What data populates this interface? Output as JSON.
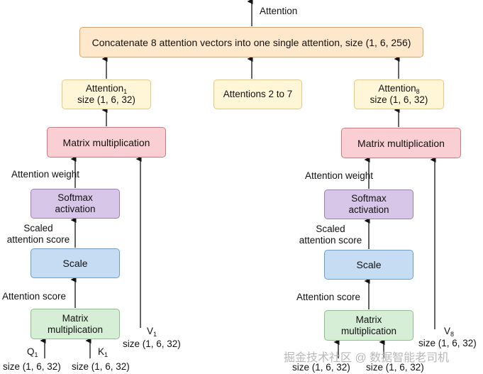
{
  "top_label": "Attention",
  "concat_box": "Concatenate 8 attention vectors into one single attention, size (1, 6, 256)",
  "middle_box": "Attentions 2 to 7",
  "left": {
    "attention_box": {
      "name": "Attention",
      "sub": "1",
      "size": "size (1, 6, 32)"
    },
    "matmul_top": "Matrix multiplication",
    "attention_weight": "Attention weight",
    "softmax": [
      "Softmax",
      "activation"
    ],
    "scaled_score": [
      "Scaled",
      "attention score"
    ],
    "scale": "Scale",
    "attention_score": "Attention score",
    "matmul_bottom": [
      "Matrix",
      "multiplication"
    ],
    "q": {
      "name": "Q",
      "sub": "1",
      "size": "size (1, 6, 32)"
    },
    "k": {
      "name": "K",
      "sub": "1",
      "size": "size (1, 6, 32)"
    },
    "v": {
      "name": "V",
      "sub": "1",
      "size": "size (1, 6, 32)"
    }
  },
  "right": {
    "attention_box": {
      "name": "Attention",
      "sub": "8",
      "size": "size (1, 6, 32)"
    },
    "matmul_top": "Matrix multiplication",
    "attention_weight": "Attention weight",
    "softmax": [
      "Softmax",
      "activation"
    ],
    "scaled_score": [
      "Scaled",
      "attention score"
    ],
    "scale": "Scale",
    "attention_score": "Attention score",
    "matmul_bottom": [
      "Matrix",
      "multiplication"
    ],
    "q": {
      "size": "size (1, 6, 32)"
    },
    "k": {
      "size": "size (1, 6, 32)"
    },
    "v": {
      "name": "V",
      "sub": "8",
      "size": "size (1, 6, 32)"
    }
  },
  "watermark": "掘金技术社区 @ 数据智能老司机",
  "colors": {
    "concat": "#fde8cc",
    "attention": "#fff6d8",
    "matmul_top": "#f9cfd3",
    "softmax": "#d8c6e8",
    "scale": "#c5dcf3",
    "matmul_bottom": "#d6eed6"
  }
}
